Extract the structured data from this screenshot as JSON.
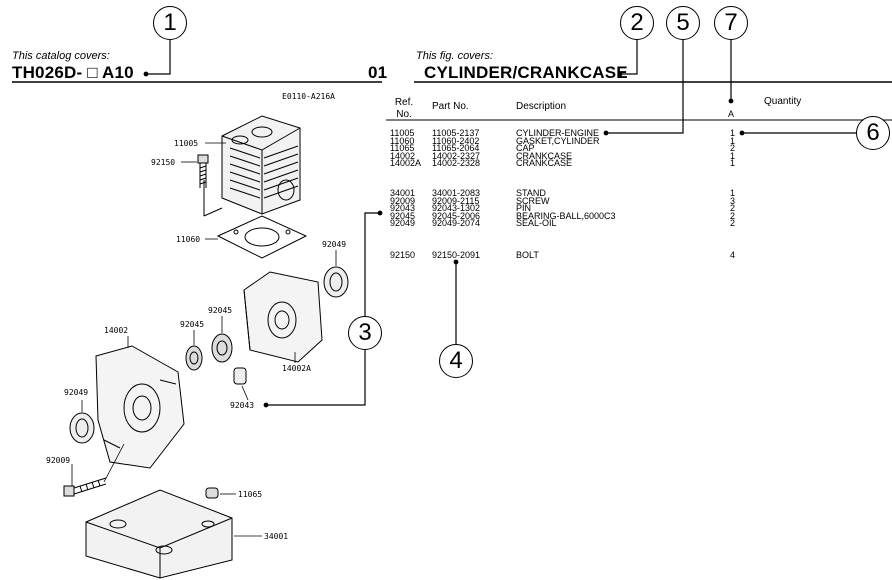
{
  "catalog": {
    "covers_label": "This catalog covers:",
    "model": "TH026D- □ A10",
    "fig_number": "01",
    "illustration_code": "E0110-A216A"
  },
  "figure": {
    "covers_label": "This fig. covers:",
    "title": "CYLINDER/CRANKCASE"
  },
  "table": {
    "headers": {
      "ref_no": "Ref.\nNo.",
      "part_no": "Part No.",
      "description": "Description",
      "quantity": "Quantity",
      "qty_col": "A"
    },
    "groups": [
      [
        {
          "ref": "11005",
          "part": "11005-2137",
          "desc": "CYLINDER-ENGINE",
          "qty": "1"
        },
        {
          "ref": "11060",
          "part": "11060-2402",
          "desc": "GASKET,CYLINDER",
          "qty": "1"
        },
        {
          "ref": "11065",
          "part": "11065-2064",
          "desc": "CAP",
          "qty": "2"
        },
        {
          "ref": "14002",
          "part": "14002-2327",
          "desc": "CRANKCASE",
          "qty": "1"
        },
        {
          "ref": "14002A",
          "part": "14002-2328",
          "desc": "CRANKCASE",
          "qty": "1"
        }
      ],
      [
        {
          "ref": "34001",
          "part": "34001-2083",
          "desc": "STAND",
          "qty": "1"
        },
        {
          "ref": "92009",
          "part": "92009-2115",
          "desc": "SCREW",
          "qty": "3"
        },
        {
          "ref": "92043",
          "part": "92043-1302",
          "desc": "PIN",
          "qty": "2"
        },
        {
          "ref": "92045",
          "part": "92045-2006",
          "desc": "BEARING-BALL,6000C3",
          "qty": "2"
        },
        {
          "ref": "92049",
          "part": "92049-2074",
          "desc": "SEAL-OIL",
          "qty": "2"
        }
      ],
      [
        {
          "ref": "92150",
          "part": "92150-2091",
          "desc": "BOLT",
          "qty": "4"
        }
      ]
    ]
  },
  "callouts": [
    "1",
    "2",
    "3",
    "4",
    "5",
    "6",
    "7"
  ],
  "diagram_labels": {
    "p11005": "11005",
    "p92150": "92150",
    "p11060": "11060",
    "p92049_top": "92049",
    "p92045_top": "92045",
    "p92045_left": "92045",
    "p14002": "14002",
    "p14002A": "14002A",
    "p92049_left": "92049",
    "p92043": "92043",
    "p92009": "92009",
    "p11065": "11065",
    "p34001": "34001"
  }
}
